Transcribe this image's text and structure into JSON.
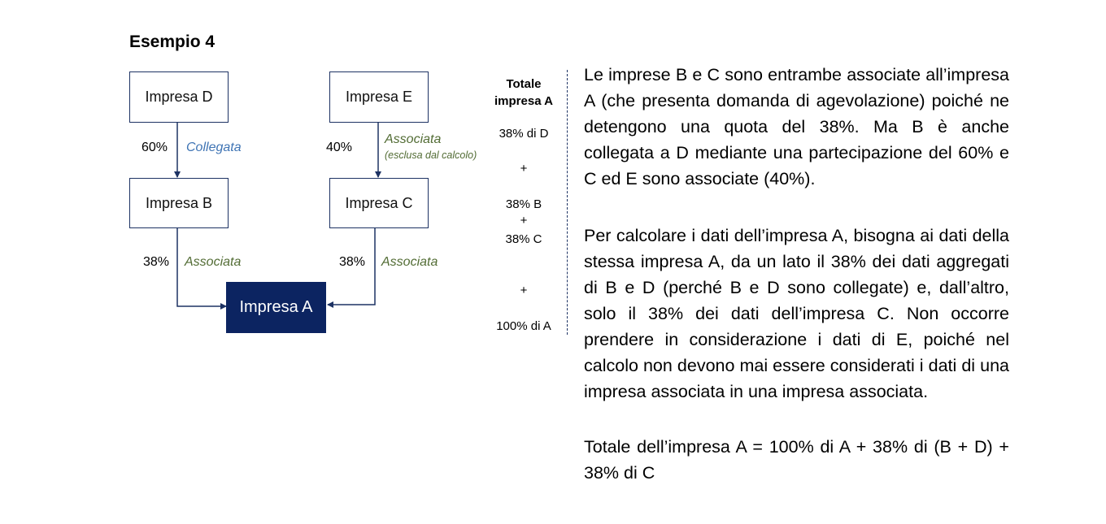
{
  "title": "Esempio 4",
  "diagram": {
    "boxes": {
      "d": "Impresa D",
      "e": "Impresa E",
      "b": "Impresa B",
      "c": "Impresa C",
      "a": "Impresa A"
    },
    "edges": {
      "d_b": {
        "percent": "60%",
        "relation": "Collegata"
      },
      "e_c": {
        "percent": "40%",
        "relation": "Associata",
        "note": "(esclusa dal calcolo)"
      },
      "b_a": {
        "percent": "38%",
        "relation": "Associata"
      },
      "c_a": {
        "percent": "38%",
        "relation": "Associata"
      }
    }
  },
  "totale": {
    "header_line1": "Totale",
    "header_line2": "impresa A",
    "row1": "38% di D",
    "plus1": "+",
    "row2a": "38% B",
    "plus2": "+",
    "row2b": "38% C",
    "plus3": "+",
    "row3": "100% di A"
  },
  "text": {
    "p1": "Le imprese B e C sono entrambe associate all’impresa A (che presenta domanda di agevolazione) poiché ne detengono una quota del 38%. Ma B è anche collegata a D mediante una partecipazione del 60% e C ed E sono associate (40%).",
    "p2": "Per calcolare i dati dell’impresa A, bisogna ai dati della stessa impresa A, da un lato il 38% dei dati aggregati di B e D (perché B e D sono collegate) e, dall’altro, solo il 38% dei dati dell’impresa C. Non occorre prendere in considerazione i dati di E, poiché nel calcolo non devono mai essere considerati i dati di una impresa associata in una impresa associata.",
    "p3": "Totale dell’impresa A = 100% di A + 38% di (B + D) + 38% di C"
  },
  "colors": {
    "box_border": "#1d3263",
    "main_box": "#0c2461",
    "collegata": "#3f74b4",
    "associata": "#526c34"
  }
}
